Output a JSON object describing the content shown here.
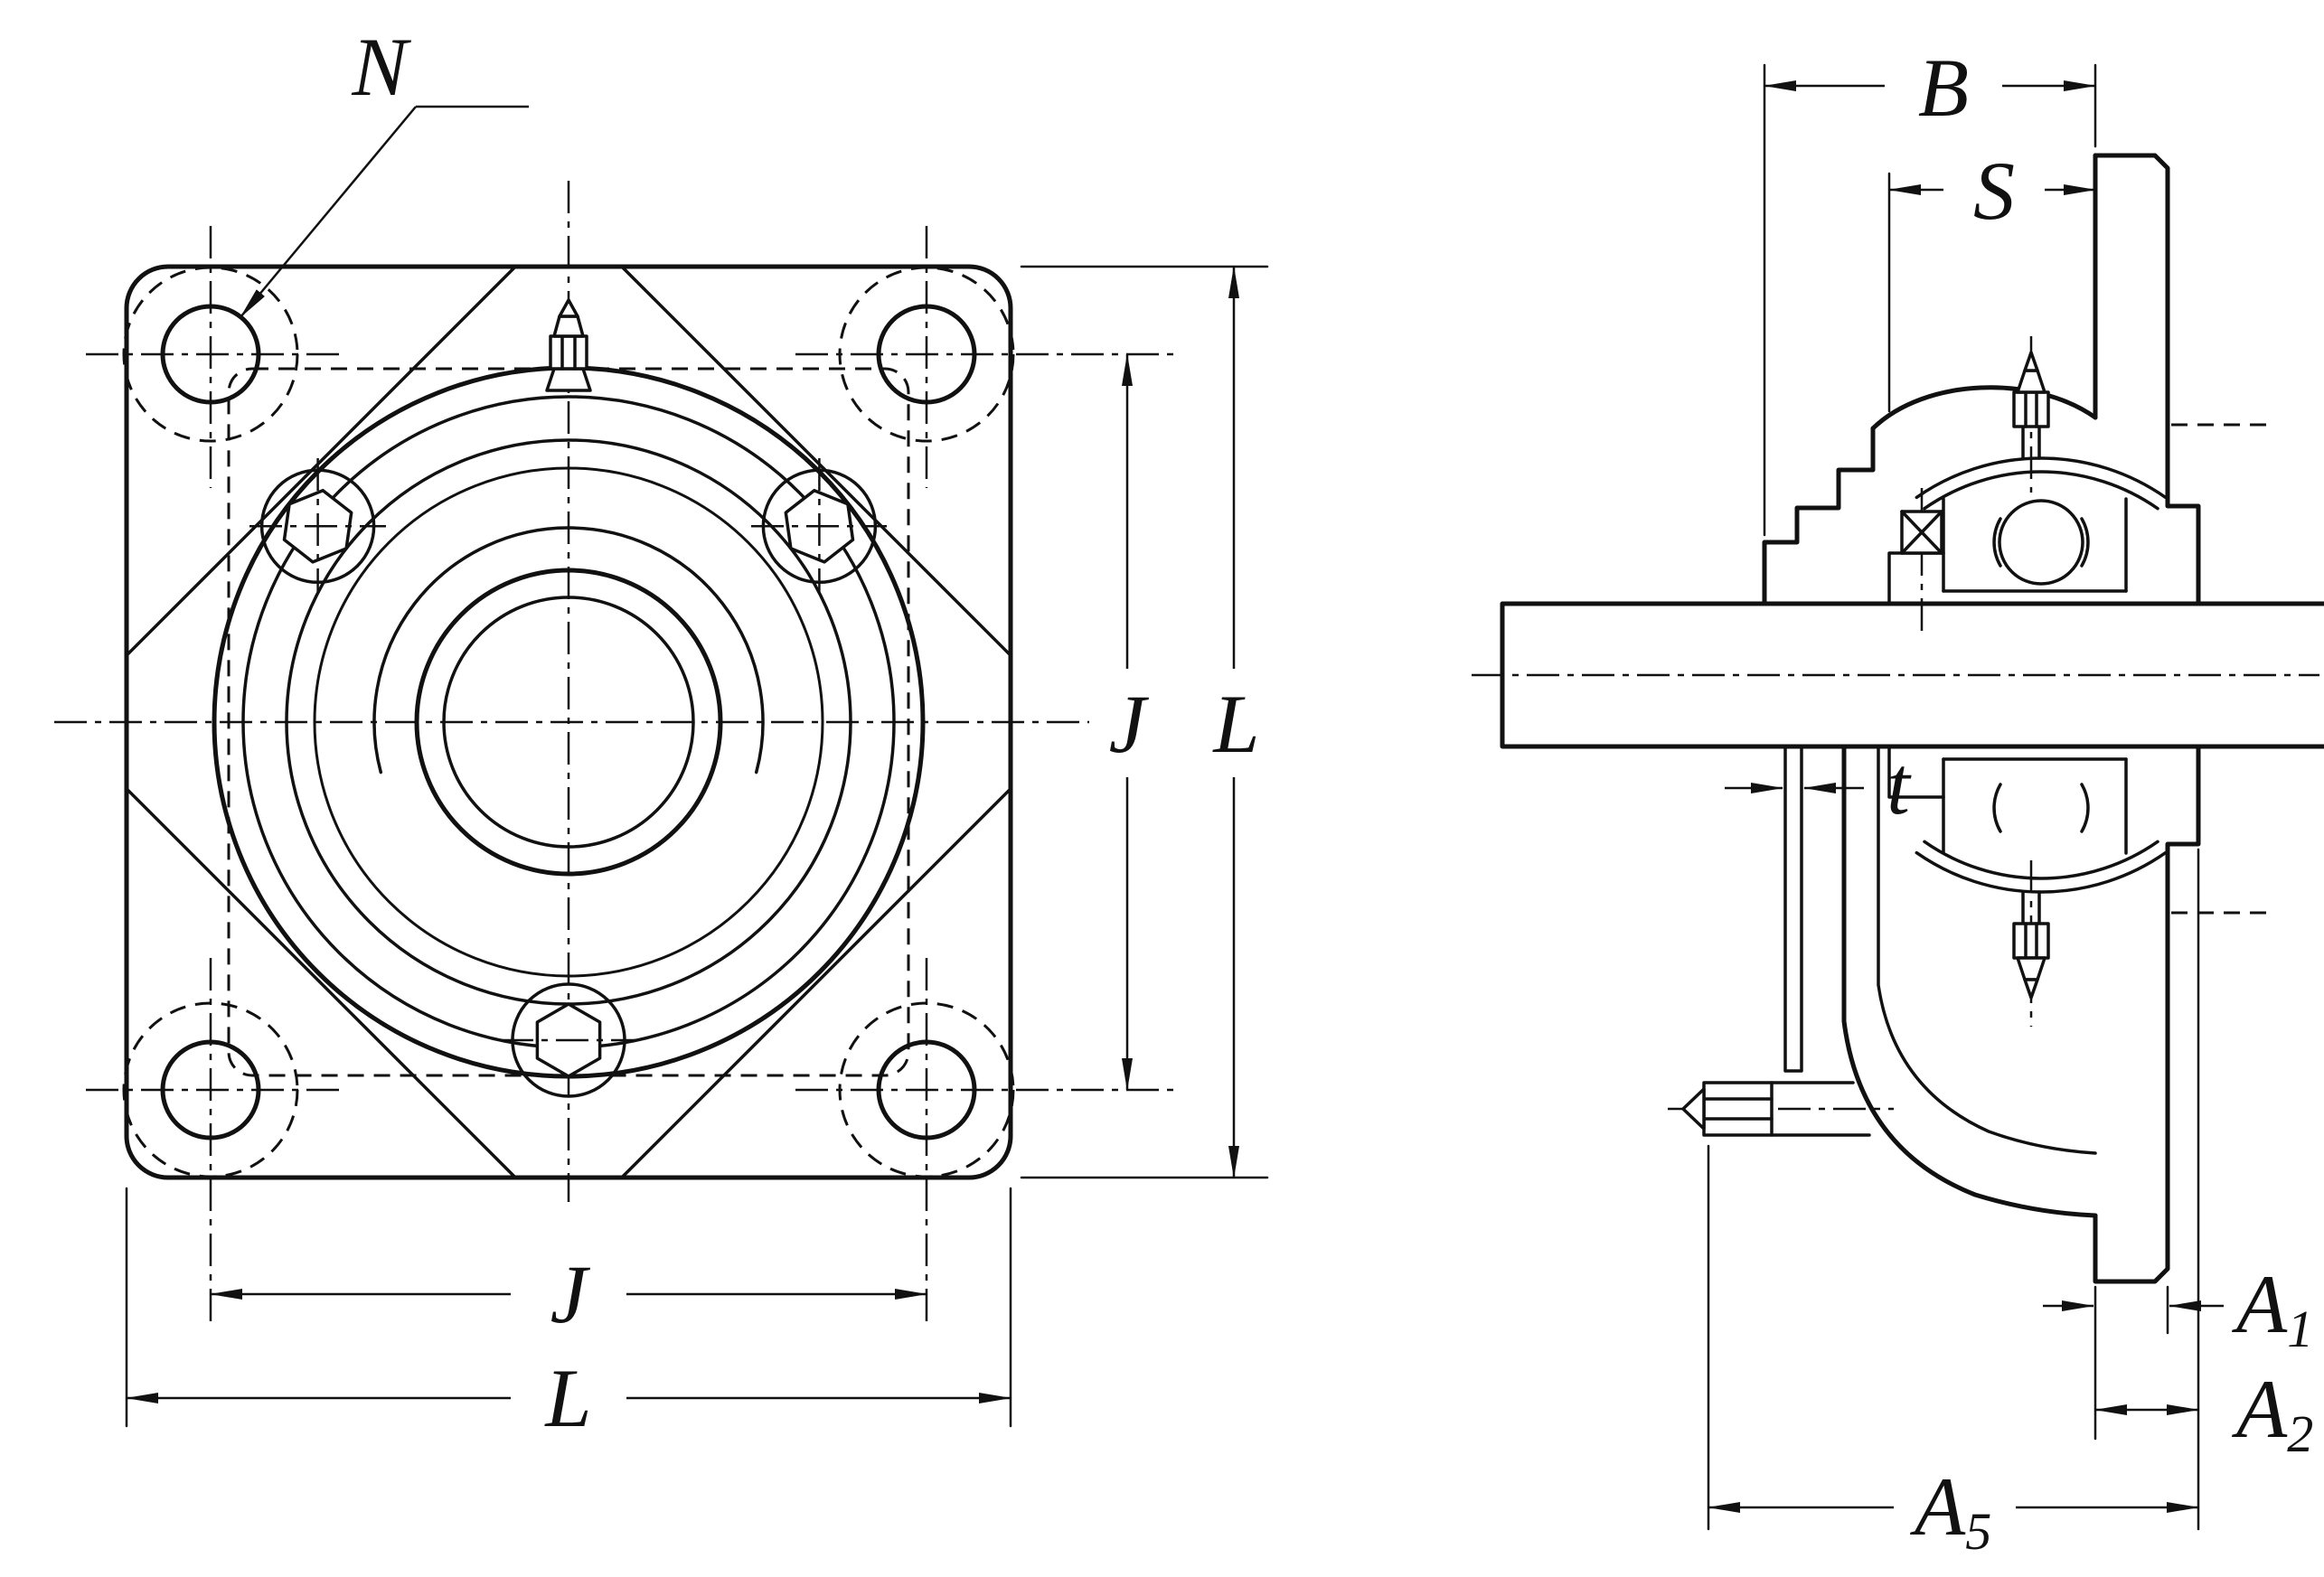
{
  "drawing": {
    "type": "engineering-dimension-drawing",
    "subject": "four-bolt square flange bearing unit, front view and side section view",
    "colors": {
      "line": "#111111",
      "background": "#ffffff"
    }
  },
  "front_view": {
    "labels": {
      "bolt_hole_diameter": "N",
      "bolt_spacing_vertical": "J",
      "height_overall": "L",
      "bolt_spacing_horizontal": "J",
      "width_overall": "L"
    }
  },
  "side_view": {
    "labels": {
      "unit_width": "B",
      "inner_ring_end": "S",
      "flinger_thickness": "t",
      "a1_base": "A",
      "a1_sub": "1",
      "a2_base": "A",
      "a2_sub": "2",
      "a5_base": "A",
      "a5_sub": "5"
    }
  }
}
